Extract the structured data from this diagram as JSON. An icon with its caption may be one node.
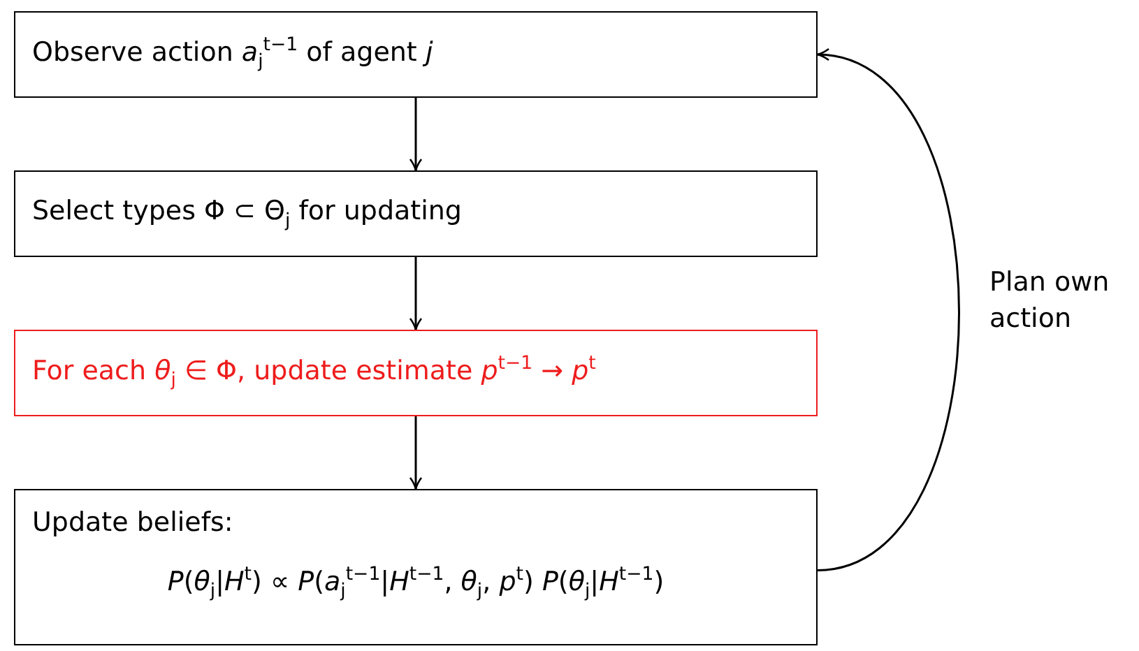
{
  "diagram": {
    "nodes": [
      {
        "text": [
          "Observe action *a*$_{j}$$^{t−1}$ of agent *j*"
        ]
      },
      {
        "text": [
          "Select types Φ ⊂ Θ$_{j}$ for updating"
        ]
      },
      {
        "text": [
          "For each *θ*$_{j}$ ∈ Φ, update estimate *p*$^{t−1}$ → *p*$^{t}$"
        ]
      },
      {
        "text": [
          "Update beliefs:",
          "*P*(*θ*$_{j}$|*H*$^{t}$) ∝ *P*(*a*$_{j}$$^{t−1}$|*H*$^{t−1}$, *θ*$_{j}$, *p*$^{t}$) *P*(*θ*$_{j}$|*H*$^{t−1}$)"
        ]
      }
    ],
    "edges": [
      {
        "from": 0,
        "to": 1,
        "arrow": "to"
      },
      {
        "from": 1,
        "to": 2,
        "arrow": "to"
      },
      {
        "from": 2,
        "to": 3,
        "arrow": "to"
      },
      {
        "from": 3,
        "to": 0,
        "arrow": "to",
        "label": "Plan own action"
      }
    ]
  }
}
